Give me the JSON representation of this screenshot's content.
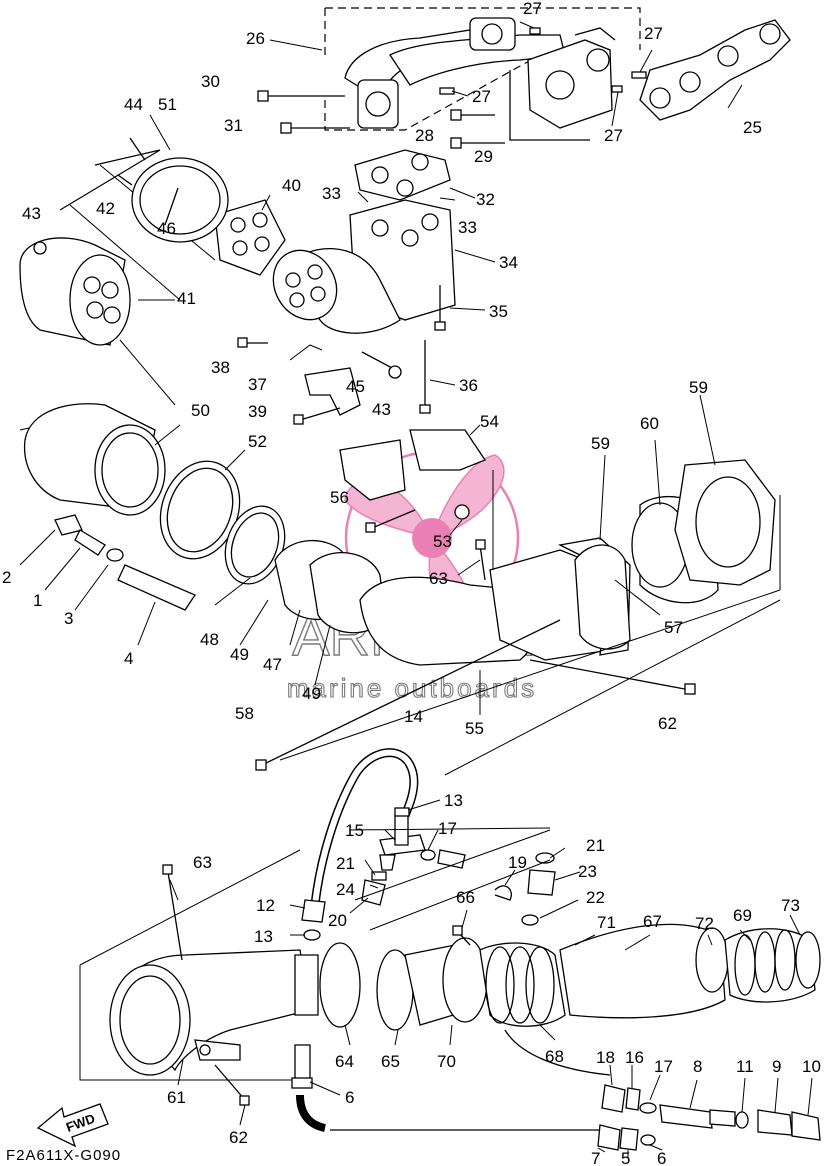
{
  "diagram_code": "F2A611X-G090",
  "fwd_label": "FWD",
  "watermark": {
    "brand": "ARMADA",
    "tagline": "marine outboards",
    "accent": "#e86aa8"
  },
  "labels": [
    {
      "id": "l27a",
      "text": "27"
    },
    {
      "id": "l26",
      "text": "26"
    },
    {
      "id": "l27b",
      "text": "27"
    },
    {
      "id": "l30",
      "text": "30"
    },
    {
      "id": "l27c",
      "text": "27"
    },
    {
      "id": "l44",
      "text": "44"
    },
    {
      "id": "l51",
      "text": "51"
    },
    {
      "id": "l31",
      "text": "31"
    },
    {
      "id": "l28",
      "text": "28"
    },
    {
      "id": "l27d",
      "text": "27"
    },
    {
      "id": "l25",
      "text": "25"
    },
    {
      "id": "l29",
      "text": "29"
    },
    {
      "id": "l42",
      "text": "42"
    },
    {
      "id": "l40",
      "text": "40"
    },
    {
      "id": "l33a",
      "text": "33"
    },
    {
      "id": "l32",
      "text": "32"
    },
    {
      "id": "l43a",
      "text": "43"
    },
    {
      "id": "l46",
      "text": "46"
    },
    {
      "id": "l33b",
      "text": "33"
    },
    {
      "id": "l34",
      "text": "34"
    },
    {
      "id": "l41",
      "text": "41"
    },
    {
      "id": "l35",
      "text": "35"
    },
    {
      "id": "l38",
      "text": "38"
    },
    {
      "id": "l45",
      "text": "45"
    },
    {
      "id": "l36",
      "text": "36"
    },
    {
      "id": "l37",
      "text": "37"
    },
    {
      "id": "l43b",
      "text": "43"
    },
    {
      "id": "l59a",
      "text": "59"
    },
    {
      "id": "l39",
      "text": "39"
    },
    {
      "id": "l50",
      "text": "50"
    },
    {
      "id": "l54",
      "text": "54"
    },
    {
      "id": "l52",
      "text": "52"
    },
    {
      "id": "l60",
      "text": "60"
    },
    {
      "id": "l59b",
      "text": "59"
    },
    {
      "id": "l56",
      "text": "56"
    },
    {
      "id": "l53",
      "text": "53"
    },
    {
      "id": "l2",
      "text": "2"
    },
    {
      "id": "l63a",
      "text": "63"
    },
    {
      "id": "l1",
      "text": "1"
    },
    {
      "id": "l3",
      "text": "3"
    },
    {
      "id": "l57",
      "text": "57"
    },
    {
      "id": "l48",
      "text": "48"
    },
    {
      "id": "l49a",
      "text": "49"
    },
    {
      "id": "l4",
      "text": "4"
    },
    {
      "id": "l47",
      "text": "47"
    },
    {
      "id": "l49b",
      "text": "49"
    },
    {
      "id": "l62a",
      "text": "62"
    },
    {
      "id": "l55",
      "text": "55"
    },
    {
      "id": "l58",
      "text": "58"
    },
    {
      "id": "l14",
      "text": "14"
    },
    {
      "id": "l13a",
      "text": "13"
    },
    {
      "id": "l15",
      "text": "15"
    },
    {
      "id": "l17a",
      "text": "17"
    },
    {
      "id": "l21a",
      "text": "21"
    },
    {
      "id": "l63b",
      "text": "63"
    },
    {
      "id": "l19",
      "text": "19"
    },
    {
      "id": "l23",
      "text": "23"
    },
    {
      "id": "l21b",
      "text": "21"
    },
    {
      "id": "l22",
      "text": "22"
    },
    {
      "id": "l24",
      "text": "24"
    },
    {
      "id": "l12",
      "text": "12"
    },
    {
      "id": "l20",
      "text": "20"
    },
    {
      "id": "l66",
      "text": "66"
    },
    {
      "id": "l71",
      "text": "71"
    },
    {
      "id": "l67",
      "text": "67"
    },
    {
      "id": "l72",
      "text": "72"
    },
    {
      "id": "l69",
      "text": "69"
    },
    {
      "id": "l73",
      "text": "73"
    },
    {
      "id": "l13b",
      "text": "13"
    },
    {
      "id": "l64",
      "text": "64"
    },
    {
      "id": "l65",
      "text": "65"
    },
    {
      "id": "l70",
      "text": "70"
    },
    {
      "id": "l68",
      "text": "68"
    },
    {
      "id": "l18",
      "text": "18"
    },
    {
      "id": "l16",
      "text": "16"
    },
    {
      "id": "l17b",
      "text": "17"
    },
    {
      "id": "l8",
      "text": "8"
    },
    {
      "id": "l11",
      "text": "11"
    },
    {
      "id": "l9",
      "text": "9"
    },
    {
      "id": "l10",
      "text": "10"
    },
    {
      "id": "l6a",
      "text": "6"
    },
    {
      "id": "l61",
      "text": "61"
    },
    {
      "id": "l62b",
      "text": "62"
    },
    {
      "id": "l7",
      "text": "7"
    },
    {
      "id": "l5",
      "text": "5"
    },
    {
      "id": "l6b",
      "text": "6"
    }
  ]
}
